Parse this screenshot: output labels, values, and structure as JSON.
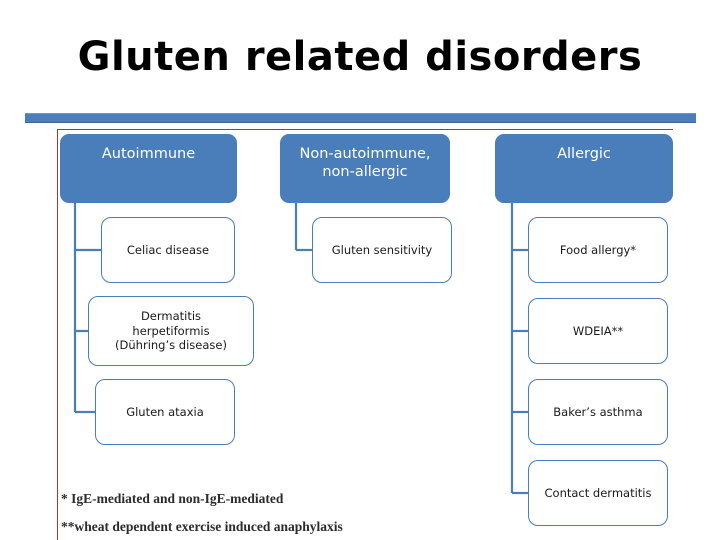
{
  "slide": {
    "title": "Gluten related disorders",
    "accent_color": "#4a7ebb",
    "frame_color": "#9e3b38",
    "background_color": "#ffffff"
  },
  "diagram": {
    "type": "tree",
    "columns": [
      {
        "id": "autoimmune",
        "head": {
          "label": "Autoimmune"
        },
        "children": [
          {
            "label": "Celiac disease"
          },
          {
            "label": "Dermatitis\nherpetiformis\n(Dühring’s disease)"
          },
          {
            "label": "Gluten ataxia"
          }
        ]
      },
      {
        "id": "non-autoimmune-non-allergic",
        "head": {
          "label": "Non-autoimmune,\nnon-allergic"
        },
        "children": [
          {
            "label": "Gluten sensitivity"
          }
        ]
      },
      {
        "id": "allergic",
        "head": {
          "label": "Allergic"
        },
        "children": [
          {
            "label": "Food allergy*"
          },
          {
            "label": "WDEIA**"
          },
          {
            "label": "Baker’s asthma"
          },
          {
            "label": "Contact dermatitis"
          }
        ]
      }
    ]
  },
  "footnotes": {
    "one": "* IgE-mediated and non-IgE-mediated",
    "two": "**wheat dependent exercise induced anaphylaxis"
  }
}
